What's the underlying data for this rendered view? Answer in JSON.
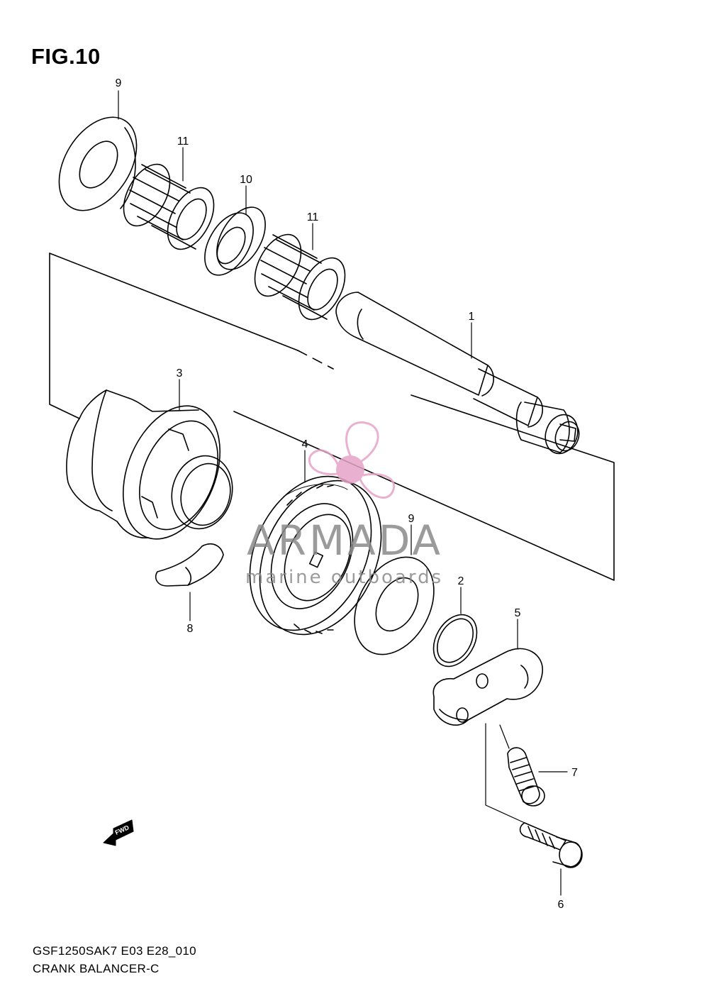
{
  "figure": {
    "title": "FIG.10"
  },
  "footer": {
    "model_code": "GSF1250SAK7 E03 E28_010",
    "section": "CRANK BALANCER-C"
  },
  "callouts": {
    "shaft": "1",
    "o_ring": "2",
    "weight": "3",
    "gear": "4",
    "lever": "5",
    "bolt": "6",
    "screw": "7",
    "key": "8",
    "washer_top": "9",
    "washer_mid": "9",
    "spacer": "10",
    "bearing_left": "11",
    "bearing_right": "11"
  },
  "watermark": {
    "brand": "ARMADA",
    "tagline": "marine outboards",
    "color_brand": "#8a8a8a",
    "color_logo": "#e7a3c7"
  },
  "fwd_label": "FWD"
}
